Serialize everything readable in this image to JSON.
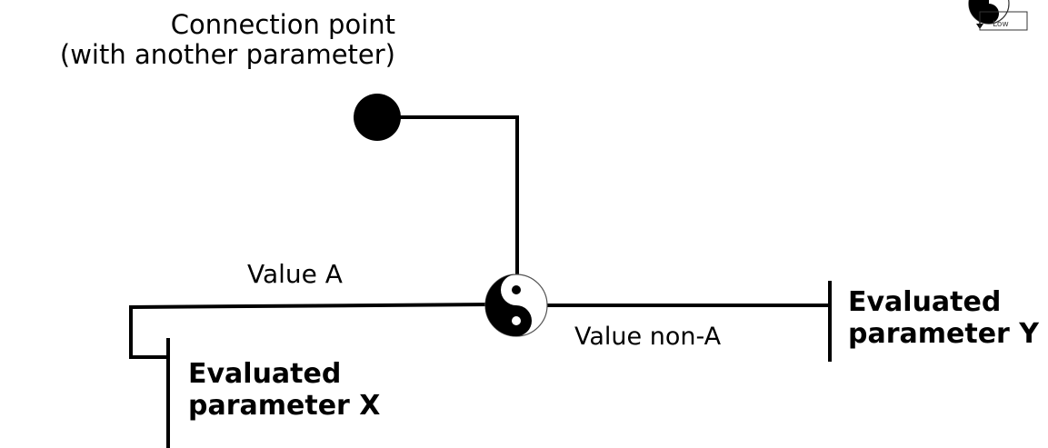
{
  "diagram": {
    "connection_point_label_line1": "Connection point",
    "connection_point_label_line2": "(with another parameter)",
    "value_a_label": "Value A",
    "value_non_a_label": "Value non-A",
    "evaluated_x_line1": "Evaluated",
    "evaluated_x_line2": "parameter X",
    "evaluated_y_line1": "Evaluated",
    "evaluated_y_line2": "parameter Y",
    "legend_thumbnail_label": "Low",
    "icons": [
      "connection-point-node",
      "yin-yang-symbol",
      "legend-thumbnail"
    ],
    "colors": {
      "ink": "#000000",
      "background": "#ffffff",
      "thumbnail_label": "#444444"
    }
  }
}
